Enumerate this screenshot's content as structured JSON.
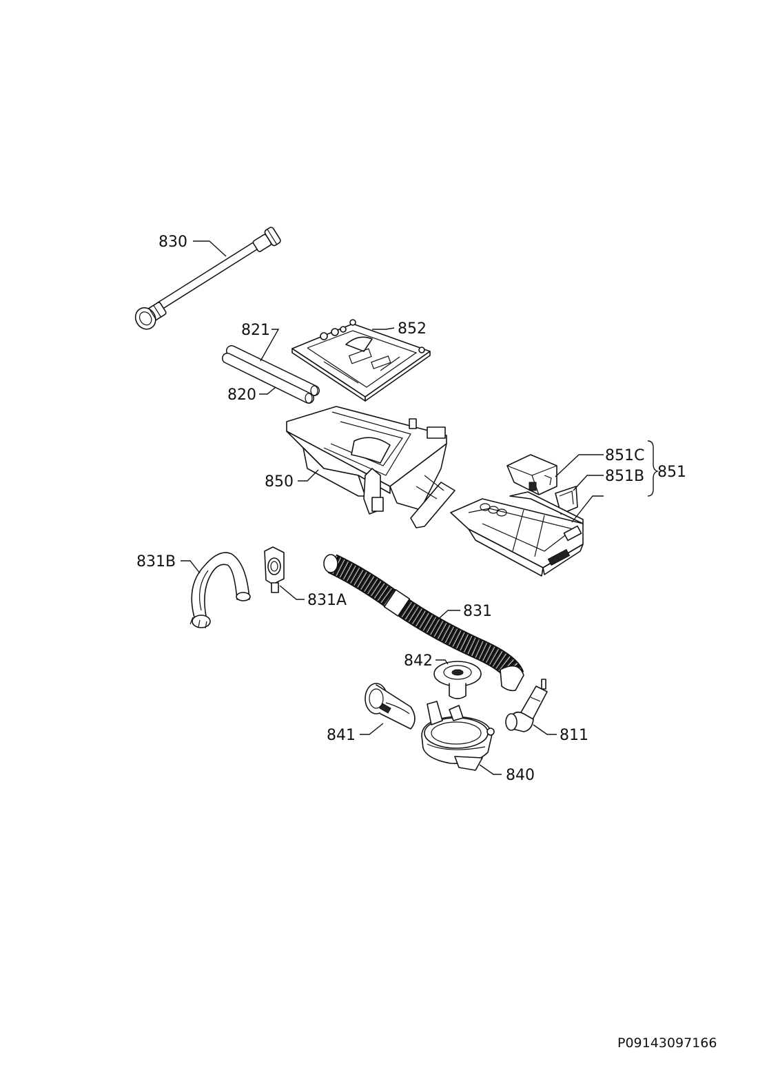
{
  "labels": {
    "p830": "830",
    "p821": "821",
    "p852": "852",
    "p820": "820",
    "p850": "850",
    "p851C": "851C",
    "p851B": "851B",
    "p851": "851",
    "p831B": "831B",
    "p831A": "831A",
    "p831": "831",
    "p842": "842",
    "p841": "841",
    "p811": "811",
    "p840": "840"
  },
  "footer": {
    "reference": "P09143097166"
  }
}
